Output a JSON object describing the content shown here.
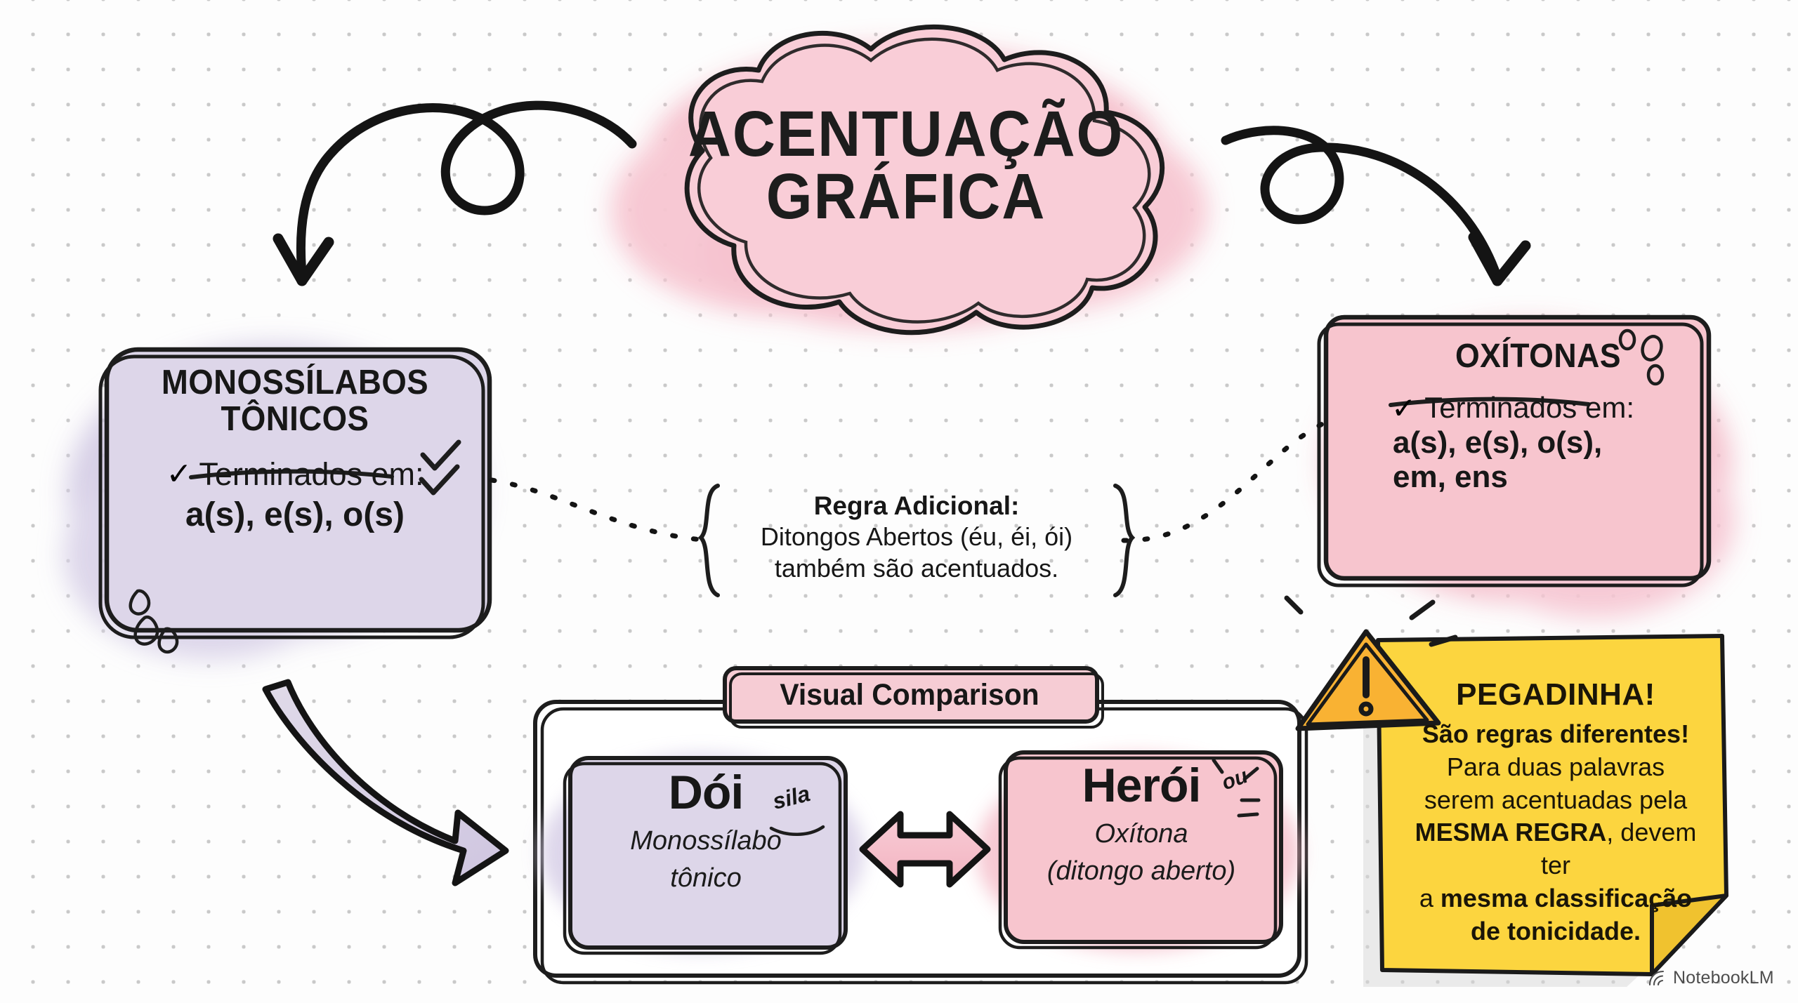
{
  "title": {
    "line1": "ACENTUAÇÃO",
    "line2": "GRÁFICA"
  },
  "monossilabos": {
    "heading_line1": "MONOSSÍLABOS",
    "heading_line2": "TÔNICOS",
    "check": "✓",
    "rule_label": "Terminados em:",
    "rule_value": "a(s), e(s), o(s)"
  },
  "oxitonas": {
    "heading": "OXÍTONAS",
    "check": "✓",
    "rule_label": "Terminados em:",
    "rule_value_line1": "a(s), e(s), o(s),",
    "rule_value_line2": "em, ens"
  },
  "additional_rule": {
    "heading": "Regra Adicional:",
    "line1": "Ditongos Abertos (éu, éi, ói)",
    "line2": "também são acentuados."
  },
  "comparison": {
    "label": "Visual Comparison",
    "left": {
      "word": "Dói",
      "sub_line1": "Monossílabo",
      "sub_line2": "tônico",
      "doodle": "sila"
    },
    "right": {
      "word": "Herói",
      "sub_line1": "Oxítona",
      "sub_line2": "(ditongo aberto)",
      "doodle": "ou"
    }
  },
  "warning_note": {
    "heading": "PEGADINHA!",
    "line1": "São regras diferentes!",
    "line2": "Para duas palavras",
    "line3": "serem acentuadas pela",
    "line4_bold": "MESMA REGRA",
    "line4_rest": ", devem ter",
    "line5_prefix": "a ",
    "line5_bold": "mesma classificação",
    "line6_bold": "de tonicidade."
  },
  "watermark": {
    "label": "NotebookLM"
  },
  "colors": {
    "pink_fill": "#f7c5ce",
    "pink_wash": "#f6bfcb",
    "lavender_fill": "#dcd5e8",
    "lavender_wash": "#d6cee6",
    "yellow_note": "#fcd53f",
    "ink": "#171717",
    "pink_label": "#f6ccd4"
  }
}
